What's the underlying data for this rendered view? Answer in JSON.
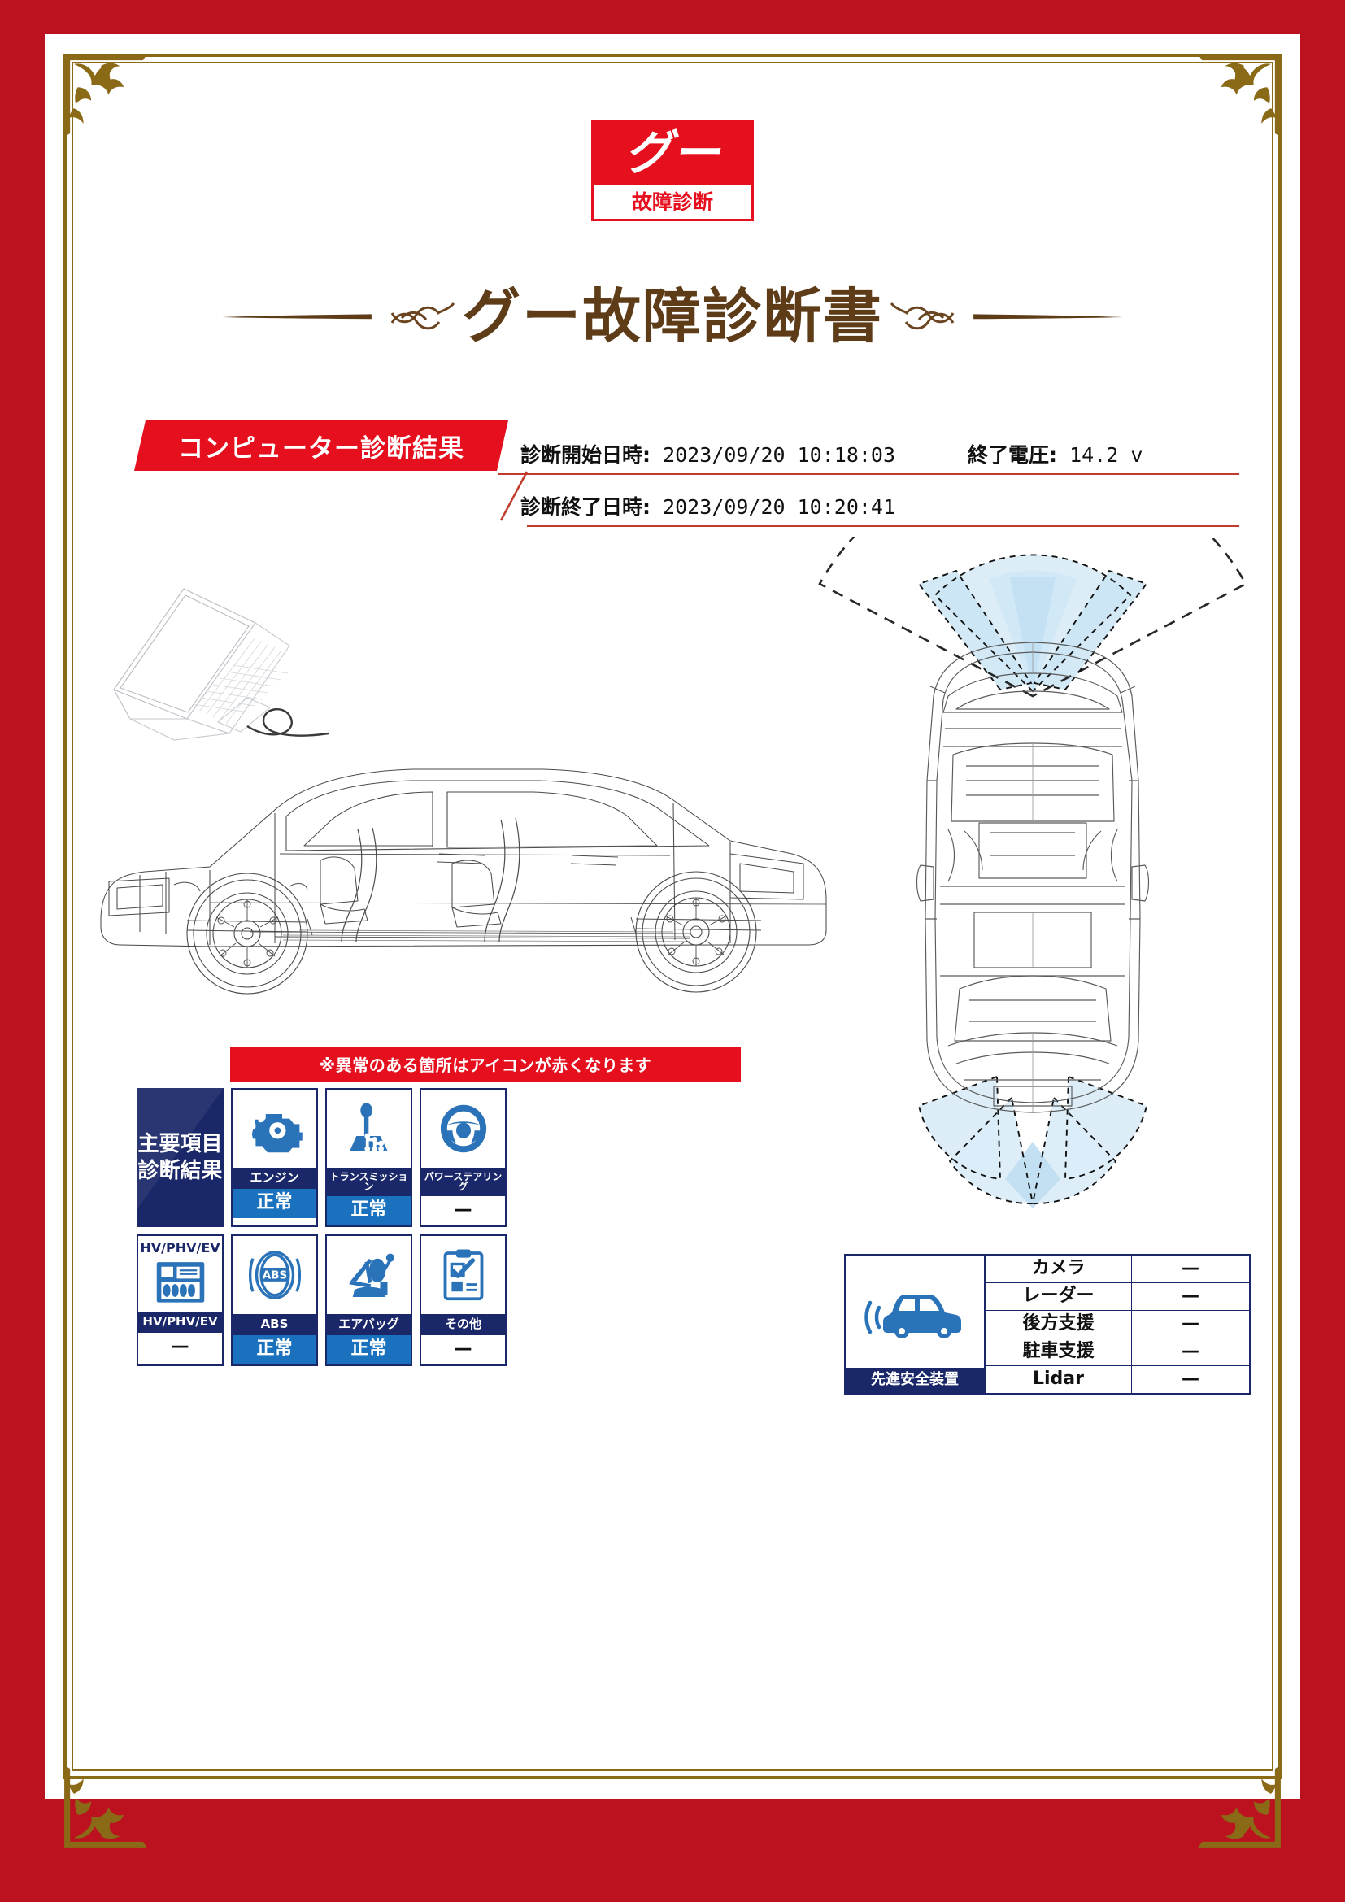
{
  "logo": {
    "mark": "グー",
    "sub": "故障診断"
  },
  "title": "グー故障診断書",
  "info": {
    "ribbon": "コンピューター診断結果",
    "start_label": "診断開始日時:",
    "start_value": "2023/09/20 10:18:03",
    "end_label": "診断終了日時:",
    "end_value": "2023/09/20 10:20:41",
    "voltage_label": "終了電圧:",
    "voltage_value": "14.2 v"
  },
  "icon_panel": {
    "notice": "※異常のある箇所はアイコンが赤くなります",
    "main_label_line1": "主要項目",
    "main_label_line2": "診断結果",
    "hv_top_label": "HV/PHV/EV",
    "items": [
      {
        "icon": "engine-icon",
        "label": "エンジン",
        "status": "正常",
        "state": "ok"
      },
      {
        "icon": "transmission-icon",
        "label": "トランスミッション",
        "status": "正常",
        "state": "ok"
      },
      {
        "icon": "steering-icon",
        "label": "パワーステアリング",
        "status": "—",
        "state": "na"
      },
      {
        "icon": "battery-icon",
        "label": "HV/PHV/EV",
        "status": "—",
        "state": "na"
      },
      {
        "icon": "abs-icon",
        "label": "ABS",
        "status": "正常",
        "state": "ok"
      },
      {
        "icon": "airbag-icon",
        "label": "エアバッグ",
        "status": "正常",
        "state": "ok"
      },
      {
        "icon": "clipboard-icon",
        "label": "その他",
        "status": "—",
        "state": "na"
      }
    ]
  },
  "safety": {
    "label": "先進安全装置",
    "icon": "car-sensor-icon",
    "rows": [
      {
        "name": "カメラ",
        "value": "—"
      },
      {
        "name": "レーダー",
        "value": "—"
      },
      {
        "name": "後方支援",
        "value": "—"
      },
      {
        "name": "駐車支援",
        "value": "—"
      },
      {
        "name": "Lidar",
        "value": "—"
      }
    ]
  },
  "colors": {
    "border_red": "#bc121f",
    "accent_red": "#e60f1e",
    "gold": "#8a6a16",
    "title_brown": "#5e3c17",
    "navy": "#1a2768",
    "blue": "#1a71bd",
    "icon_blue": "#2b73b8",
    "sensor_fill": "#d6eaf7"
  }
}
